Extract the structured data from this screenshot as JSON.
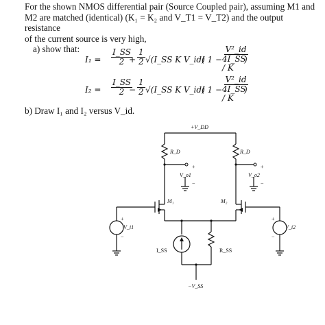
{
  "problem": {
    "line1": "For the shown NMOS differential pair (Source Coupled pair), assuming M1 and",
    "line2": "M2 are matched (identical) (K₁ = K₂ and V_T1 = V_T2) and the output resistance",
    "line3": "of the current source is very high,",
    "part_a": "a) show that:",
    "part_b": "b) Draw I₁ and I₂ versus V_id."
  },
  "formula1": {
    "lhs": "I₁ =",
    "term1_num": "I_SS",
    "term1_den": "2",
    "op": "+",
    "term2_num": "1",
    "term2_den": "2",
    "sqrt": "√(I_SS K V_id)",
    "inner": "( 1 −",
    "inner_num": "V²_id",
    "inner_den": "4I_SS / K",
    "close": ")"
  },
  "formula2": {
    "lhs": "I₂ =",
    "term1_num": "I_SS",
    "term1_den": "2",
    "op": "−",
    "term2_num": "1",
    "term2_den": "2",
    "sqrt": "√(I_SS K V_id)",
    "inner": "( 1 −",
    "inner_num": "V²_id",
    "inner_den": "4I_SS / K",
    "close": ")"
  },
  "circuit": {
    "vdd": "+V_DD",
    "rd_left": "R_D",
    "rd_right": "R_D",
    "vo1": "V_o1",
    "vo2": "V_o2",
    "m1": "M₁",
    "m2": "M₂",
    "vi1": "V_i1",
    "vi2": "V_i2",
    "iss": "I_SS",
    "rss": "R_SS",
    "vss": "−V_SS",
    "plus": "+",
    "minus": "−"
  }
}
